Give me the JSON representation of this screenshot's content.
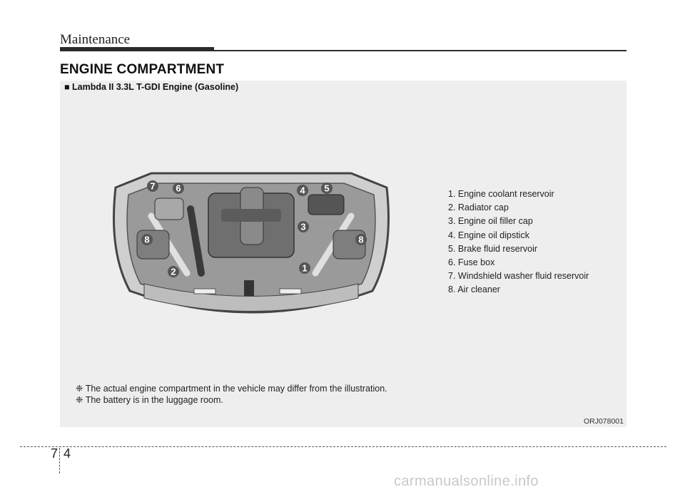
{
  "header": {
    "section": "Maintenance"
  },
  "page_heading": "ENGINE COMPARTMENT",
  "figure": {
    "caption": "■ Lambda II 3.3L T-GDI Engine (Gasoline)",
    "code": "ORJ078001",
    "callouts": [
      "7",
      "6",
      "4",
      "5",
      "3",
      "8",
      "8",
      "2",
      "1"
    ]
  },
  "legend": [
    "1. Engine coolant reservoir",
    "2. Radiator cap",
    "3. Engine oil filler cap",
    "4. Engine oil dipstick",
    "5. Brake fluid reservoir",
    "6. Fuse box",
    "7. Windshield washer fluid reservoir",
    "8. Air cleaner"
  ],
  "notes": [
    "❈ The actual engine compartment in the vehicle may differ from the illustration.",
    "❈ The battery is in the luggage room."
  ],
  "footer": {
    "chapter": "7",
    "page": "4"
  },
  "watermark": "carmanualsonline.info"
}
